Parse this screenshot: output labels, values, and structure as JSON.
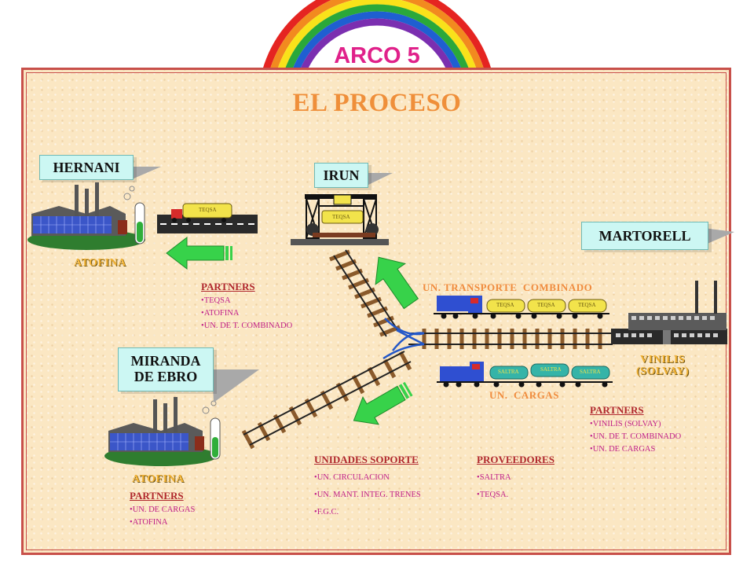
{
  "header": {
    "arco_title": "ARCO 5",
    "main_title": "EL PROCESO"
  },
  "locations": {
    "hernani": "HERNANI",
    "irun": "IRUN",
    "martorell": "MARTORELL",
    "miranda_line1": "MIRANDA",
    "miranda_line2": "DE EBRO"
  },
  "plants": {
    "hernani_company": "ATOFINA",
    "miranda_company": "ATOFINA",
    "martorell_company_line1": "VINILIS",
    "martorell_company_line2": "(SOLVAY)"
  },
  "wagon_labels": {
    "teqsa": "TEQSA",
    "saltra": "SALTRA"
  },
  "sections": {
    "transporte_combinado": "UN. TRANSPORTE  COMBINADO",
    "cargas": "UN.  CARGAS"
  },
  "partners_irun": {
    "title": "PARTNERS",
    "items": [
      "TEQSA",
      "ATOFINA",
      "UN. DE T. COMBINADO"
    ]
  },
  "partners_martorell": {
    "title": "PARTNERS",
    "items": [
      "VINILIS (SOLVAY)",
      "UN. DE T. COMBINADO",
      "UN. DE CARGAS"
    ]
  },
  "partners_miranda": {
    "title": "PARTNERS",
    "items": [
      "UN. DE CARGAS",
      "ATOFINA"
    ]
  },
  "unidades_soporte": {
    "title": "UNIDADES SOPORTE",
    "items": [
      "UN. CIRCULACION",
      "UN. MANT. INTEG. TRENES",
      "F.G.C."
    ]
  },
  "proveedores": {
    "title": "PROVEEDORES",
    "items": [
      "SALTRA",
      "TEQSA."
    ]
  },
  "colors": {
    "frame": "#c8504a",
    "title_orange": "#ef8f3a",
    "arco_pink": "#e0218a",
    "partners_red": "#b0282d",
    "list_magenta": "#c0208a",
    "arrow_green": "#37d24a"
  }
}
